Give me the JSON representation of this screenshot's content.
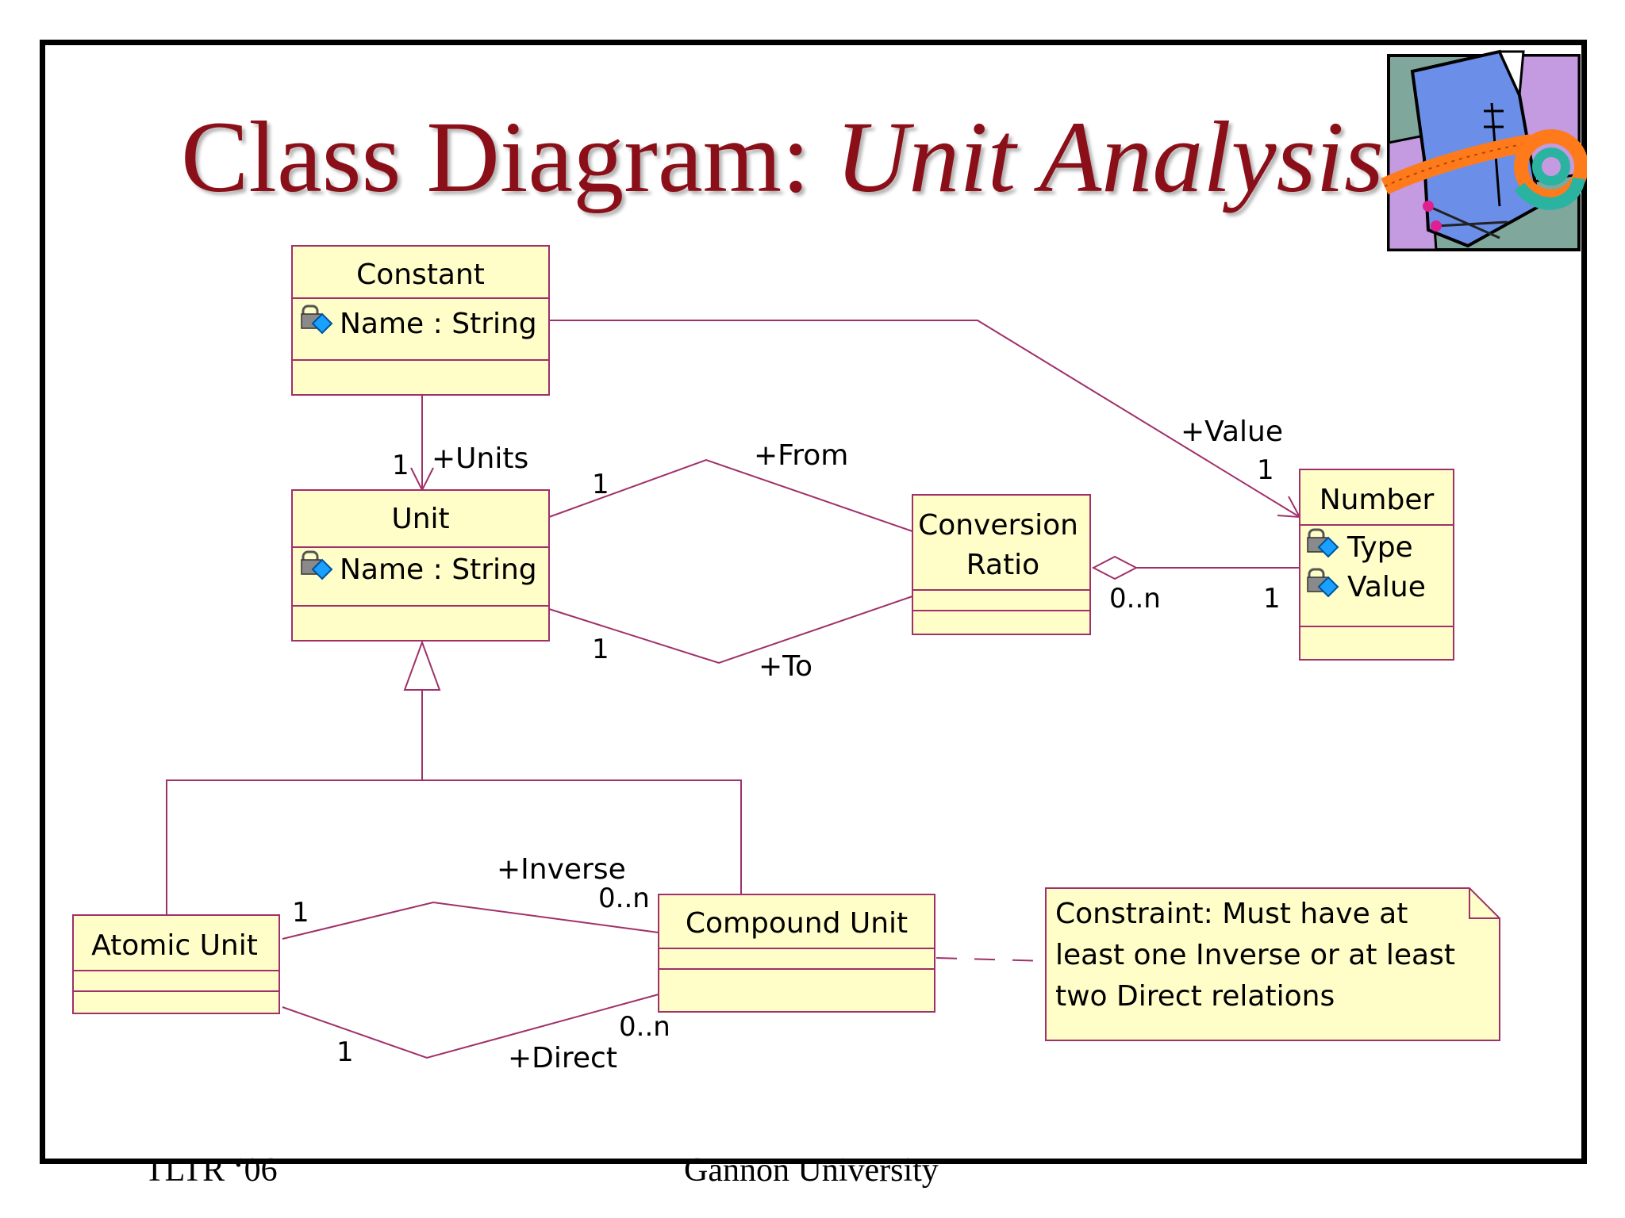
{
  "slide": {
    "title_plain": "Class Diagram: ",
    "title_italic": "Unit Analysis",
    "footer_left": "TLTR ‘06",
    "footer_center": "Gannon University"
  },
  "colors": {
    "title": "#8b0f18",
    "class_fill": "#fffdc8",
    "class_border": "#a0306a",
    "association_line": "#a0306a"
  },
  "classes": {
    "constant": {
      "name": "Constant",
      "attribute": "Name : String"
    },
    "unit": {
      "name": "Unit",
      "attribute": "Name : String"
    },
    "conversion_ratio": {
      "name_line1": "Conversion",
      "name_line2": "Ratio"
    },
    "number": {
      "name": "Number",
      "attribute1": "Type",
      "attribute2": "Value"
    },
    "atomic_unit": {
      "name": "Atomic Unit"
    },
    "compound_unit": {
      "name": "Compound Unit"
    }
  },
  "associations": {
    "constant_unit": {
      "role": "+Units",
      "multiplicity": "1"
    },
    "constant_number": {
      "role": "+Value",
      "multiplicity": "1"
    },
    "unit_from": {
      "role": "+From",
      "multiplicity": "1"
    },
    "unit_to": {
      "role": "+To",
      "multiplicity": "1"
    },
    "ratio_number": {
      "multiplicity_ratio": "0..n",
      "multiplicity_number": "1"
    },
    "inverse": {
      "role": "+Inverse",
      "multiplicity_atomic": "1",
      "multiplicity_compound": "0..n"
    },
    "direct": {
      "role": "+Direct",
      "multiplicity_atomic": "1",
      "multiplicity_compound": "0..n"
    }
  },
  "note": {
    "line1": "Constraint: Must have at",
    "line2": "least one Inverse or at least",
    "line3": "two Direct relations"
  },
  "icons": [
    "attribute-lock-icon",
    "sewing-clipart-icon"
  ]
}
